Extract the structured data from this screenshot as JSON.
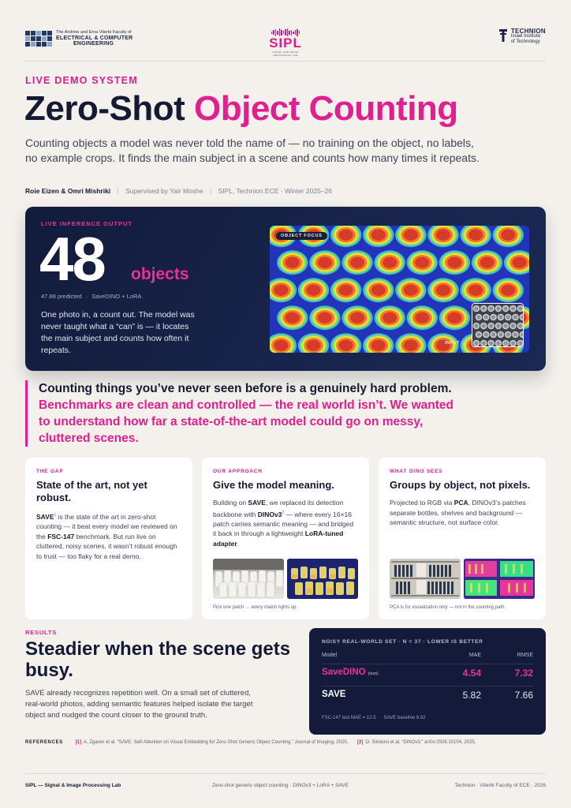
{
  "header": {
    "ece_logo": {
      "line1": "The Andrew and Erna Viterbi Faculty of",
      "line2": "ELECTRICAL & COMPUTER",
      "line3": "ENGINEERING"
    },
    "sipl_logo": {
      "name": "SIPL",
      "sub": "SIGNAL AND IMAGE PROCESSING LAB"
    },
    "technion_logo": {
      "name": "TECHNION",
      "line2": "Israel Institute",
      "line3": "of Technology"
    }
  },
  "eyebrow": "LIVE DEMO SYSTEM",
  "title": {
    "part1": "Zero-Shot",
    "part2": "Object Counting"
  },
  "lede": "Counting objects a model was never told the name of — no training on the object, no labels, no example crops. It finds the main subject in a scene and counts how many times it repeats.",
  "byline": {
    "authors": "Roie Eizen & Omri Mishriki",
    "supervisor": "Supervised by Yair Moshe",
    "affiliation": "SIPL, Technion ECE · Winter 2025–26"
  },
  "hero": {
    "eyebrow": "LIVE INFERENCE OUTPUT",
    "count": "48",
    "unit": "objects",
    "predicted": "47.88 predicted",
    "model": "SaveDINO + LoRA",
    "description": "One photo in, a count out. The model was never taught what a “can” is — it locates the main subject and counts how often it repeats.",
    "focus_label": "OBJECT FOCUS",
    "input_label": "INPUT →",
    "heatmap": {
      "rows": 5,
      "cols": 8,
      "colors": [
        "#2235b8",
        "#3fb6d8",
        "#8fe060",
        "#f0e23a",
        "#f07a2a",
        "#d63b2a"
      ]
    }
  },
  "quote": {
    "part1": "Counting things you’ve never seen before is a genuinely hard problem.",
    "part2": "Benchmarks are clean and controlled — the real world isn’t. We wanted to understand how far a state-of-the-art model could go on messy, cluttered scenes."
  },
  "cards": [
    {
      "eyebrow": "THE GAP",
      "title": "State of the art, not yet robust.",
      "body": {
        "save": "SAVE",
        "sup": "1",
        "t1": " is the state of the art in zero-shot counting — it beat every model we reviewed on the ",
        "bench": "FSC-147",
        "t2": " benchmark. But run live on cluttered, noisy scenes, it wasn’t robust enough to trust — too flaky for a real demo."
      }
    },
    {
      "eyebrow": "OUR APPROACH",
      "title": "Give the model meaning.",
      "body": {
        "t1": "Building on ",
        "save": "SAVE",
        "t2": ", we replaced its detection backbone with ",
        "dino": "DINOv3",
        "sup": "2",
        "t3": " — where every 16×16 patch carries semantic meaning — and bridged it back in through a lightweight ",
        "lora": "LoRA-tuned adapter",
        "t4": "."
      },
      "caption": "Pick one patch → every match lights up."
    },
    {
      "eyebrow": "WHAT DINO SEES",
      "title": "Groups by object, not pixels.",
      "body": {
        "t1": "Projected to RGB via ",
        "pca": "PCA",
        "t2": ", DINOv3’s patches separate bottles, shelves and background — semantic structure, not surface color."
      },
      "caption": "PCA is for visualization only — not in the counting path."
    }
  ],
  "results": {
    "eyebrow": "RESULTS",
    "title": "Steadier when the scene gets busy.",
    "body": "SAVE already recognizes repetition well. On a small set of cluttered, real-world photos, adding semantic features helped isolate the target object and nudged the count closer to the ground truth."
  },
  "table": {
    "eyebrow": "NOISY REAL-WORLD SET · N = 37 · LOWER IS BETTER",
    "columns": [
      "Model",
      "MAE",
      "RMSE"
    ],
    "rows": [
      {
        "model": "SaveDINO",
        "tag": "(ours)",
        "mae": "4.54",
        "rmse": "7.32"
      },
      {
        "model": "SAVE",
        "mae": "5.82",
        "rmse": "7.66"
      }
    ],
    "footnote1": "FSC-147 test MAE = 12.5",
    "footnote2": "SAVE baseline 8.92"
  },
  "references": {
    "label": "REFERENCES",
    "ref1_num": "[1]",
    "ref1": "A. Zgaren et al. “SAVE: Self-Attention on Visual Embedding for Zero-Shot Generic Object Counting.” Journal of Imaging, 2025.",
    "ref2_num": "[2]",
    "ref2": "O. Siméoni et al. “DINOv3.” arXiv:2508.10104, 2025."
  },
  "footer": {
    "left": "SIPL — Signal & Image Processing Lab",
    "mid": "Zero-shot generic object counting · DINOv3 + LoRA + SAVE",
    "right": "Technion · Viterbi Faculty of ECE · 2026"
  }
}
